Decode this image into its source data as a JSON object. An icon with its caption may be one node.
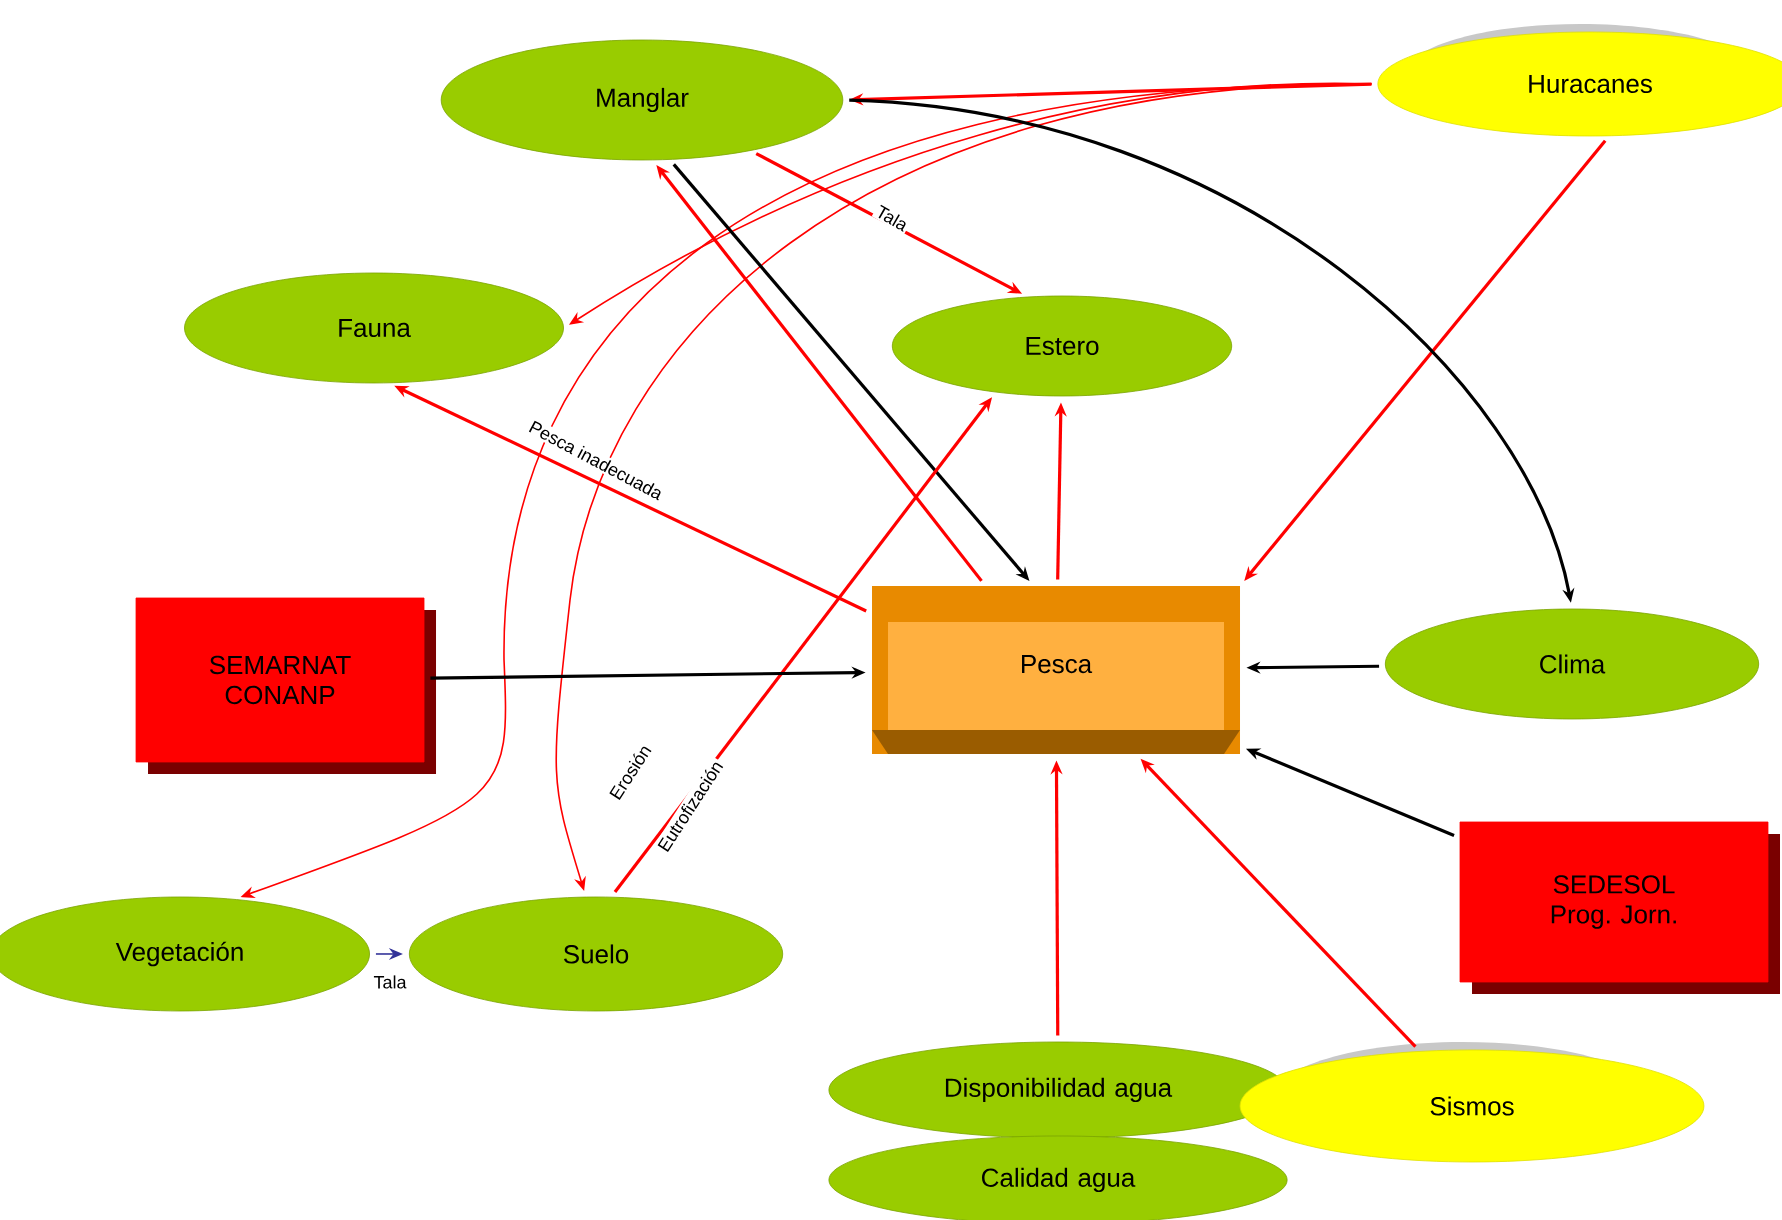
{
  "diagram": {
    "nodes": [
      {
        "text": [
          "Manglar"
        ]
      },
      {
        "text": [
          "Huracanes"
        ]
      },
      {
        "text": [
          "Fauna"
        ]
      },
      {
        "text": [
          "Estero"
        ]
      },
      {
        "text": [
          "Pesca"
        ]
      },
      {
        "text": [
          "SEMARNAT CONANP"
        ]
      },
      {
        "text": [
          "Clima"
        ]
      },
      {
        "text": [
          "Vegetación"
        ]
      },
      {
        "text": [
          "Suelo"
        ]
      },
      {
        "text": [
          "SEDESOL Prog. Jorn."
        ]
      },
      {
        "text": [
          "Disponibilidad agua"
        ]
      },
      {
        "text": [
          "Calidad agua"
        ]
      },
      {
        "text": [
          "Sismos"
        ]
      }
    ],
    "edges": [
      {
        "from": 1,
        "to": 0,
        "arrow": "to"
      },
      {
        "from": 1,
        "to": 2,
        "arrow": "to"
      },
      {
        "from": 1,
        "to": 7,
        "arrow": "to"
      },
      {
        "from": 1,
        "to": 8,
        "arrow": "to"
      },
      {
        "from": 1,
        "to": 4,
        "arrow": "to"
      },
      {
        "from": 0,
        "to": 3,
        "arrow": "to",
        "label": "Tala"
      },
      {
        "from": 0,
        "to": 4,
        "arrow": "to",
        "color": "#000000"
      },
      {
        "from": 0,
        "to": 6,
        "arrow": "to",
        "color": "#000000"
      },
      {
        "from": 4,
        "to": 0,
        "arrow": "to"
      },
      {
        "from": 4,
        "to": 2,
        "arrow": "to",
        "label": "Pesca inadecuada"
      },
      {
        "from": 4,
        "to": 3,
        "arrow": "to"
      },
      {
        "from": 8,
        "to": 3,
        "arrow": "to",
        "label": "Erosión"
      },
      {
        "from": 5,
        "to": 4,
        "arrow": "to",
        "color": "#000000"
      },
      {
        "from": 6,
        "to": 4,
        "arrow": "to",
        "color": "#000000"
      },
      {
        "from": 9,
        "to": 4,
        "arrow": "to",
        "color": "#000000"
      },
      {
        "from": 10,
        "to": 4,
        "arrow": "to"
      },
      {
        "from": 12,
        "to": 4,
        "arrow": "to"
      },
      {
        "from": 7,
        "to": 8,
        "arrow": "to",
        "label": "Tala",
        "color": "#333399"
      }
    ],
    "labels": [
      "Eutrofización"
    ]
  }
}
